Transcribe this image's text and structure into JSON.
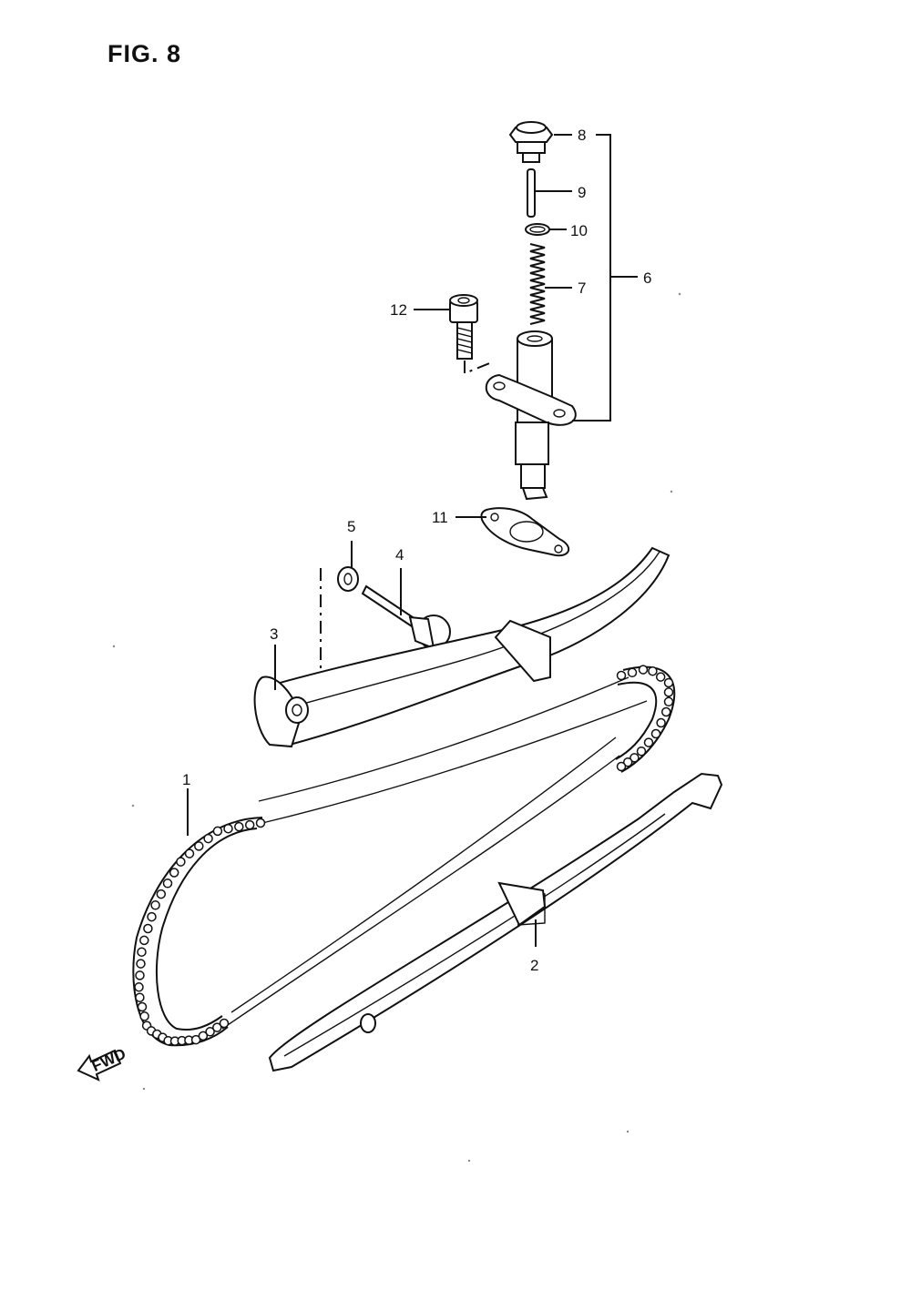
{
  "figure": {
    "title": "FIG. 8"
  },
  "fwd_mark": "FWD",
  "callouts": [
    {
      "id": "1",
      "label": "1"
    },
    {
      "id": "2",
      "label": "2"
    },
    {
      "id": "3",
      "label": "3"
    },
    {
      "id": "4",
      "label": "4"
    },
    {
      "id": "5",
      "label": "5"
    },
    {
      "id": "6",
      "label": "6"
    },
    {
      "id": "7",
      "label": "7"
    },
    {
      "id": "8",
      "label": "8"
    },
    {
      "id": "9",
      "label": "9"
    },
    {
      "id": "10",
      "label": "10"
    },
    {
      "id": "11",
      "label": "11"
    },
    {
      "id": "12",
      "label": "12"
    }
  ]
}
